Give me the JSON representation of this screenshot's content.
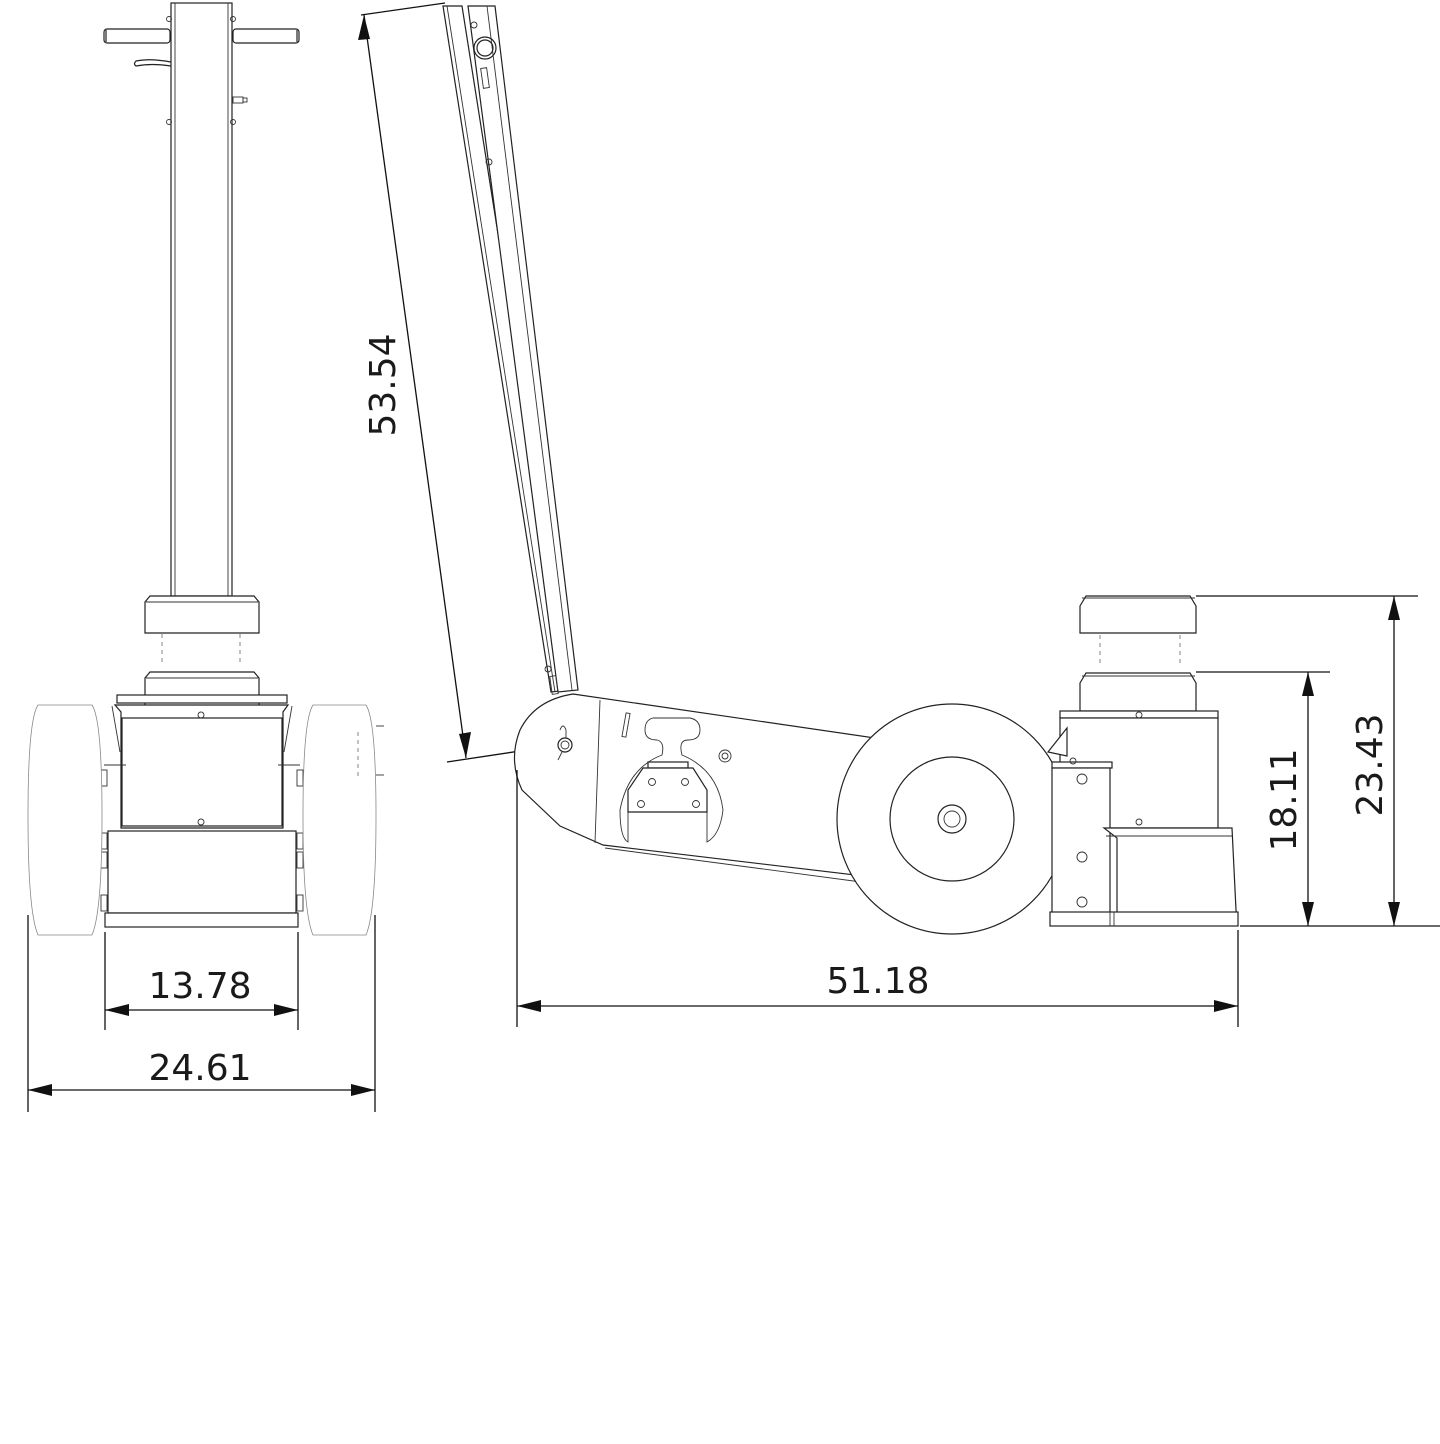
{
  "drawing": {
    "subject": "Floor jack technical drawing",
    "views": [
      {
        "name": "front-view",
        "label": "Front view"
      },
      {
        "name": "side-view",
        "label": "Side view"
      }
    ],
    "line_color": "#222222",
    "background": "#ffffff"
  },
  "dimensions": {
    "inner_width": {
      "value": "13.78"
    },
    "overall_width": {
      "value": "24.61"
    },
    "handle_length": {
      "value": "53.54"
    },
    "overall_length": {
      "value": "51.18"
    },
    "min_height": {
      "value": "18.11"
    },
    "max_height": {
      "value": "23.43"
    }
  }
}
